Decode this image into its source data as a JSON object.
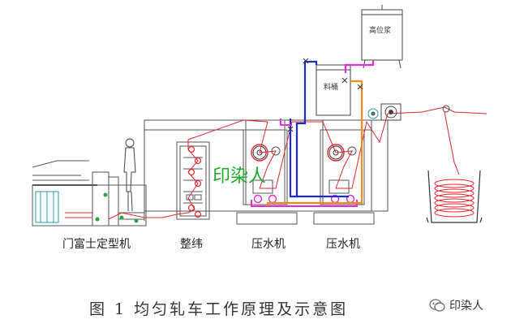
{
  "labels": {
    "stenter": "门富士定型机",
    "weft_straightener": "整纬",
    "padder_1": "压水机",
    "padder_2": "压水机",
    "high_level_tank": "高位浆",
    "feed_tank": "料桶"
  },
  "caption": "图 1  均匀轧车工作原理及示意图",
  "watermark": "印染人",
  "brand": {
    "name": "印染人",
    "icon": "wechat-icon"
  },
  "colors": {
    "fabric_path": "#e3262f",
    "supply_pipe": "#1c2bd6",
    "return_pipe": "#f28a1e",
    "overflow_pipe": "#e62bd8",
    "frame": "#555555",
    "watermark": "#1fae2b"
  }
}
